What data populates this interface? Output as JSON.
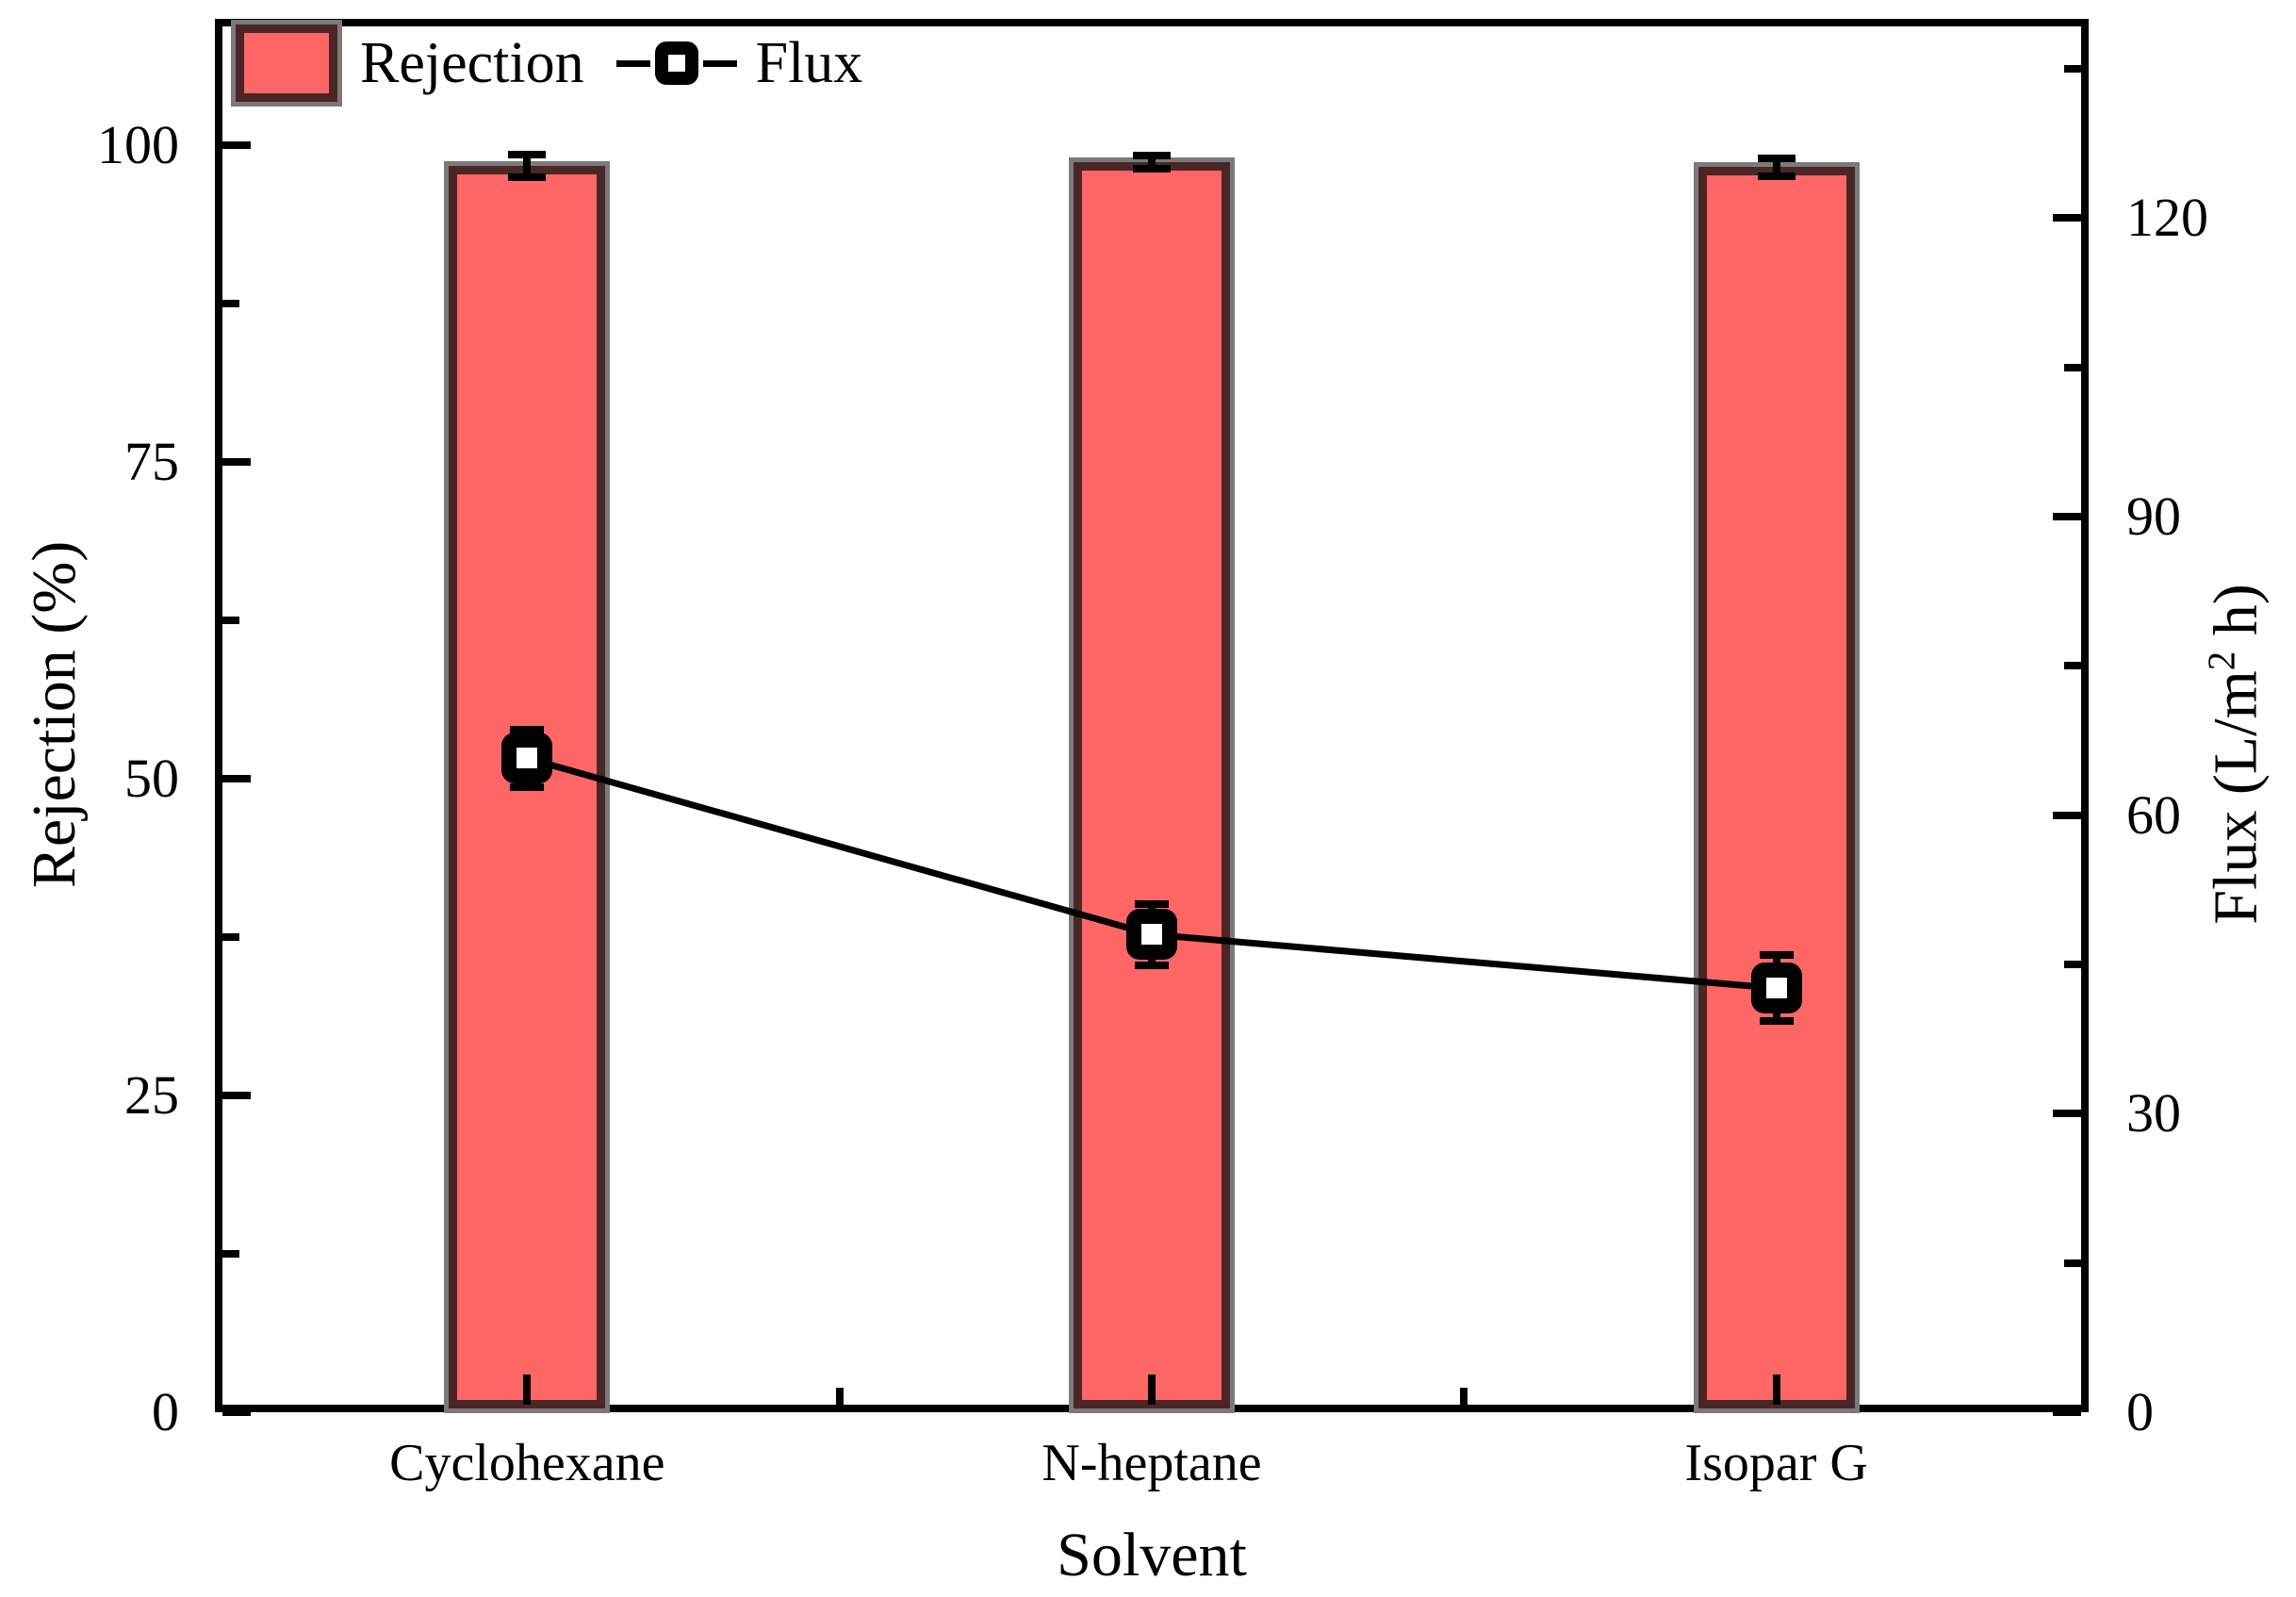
{
  "legend": {
    "rejection_label": "Rejection",
    "flux_label": "Flux"
  },
  "axes": {
    "left": {
      "title": "Rejection (%)"
    },
    "right": {
      "title_pre": "Flux (L/m",
      "title_sup": "2",
      "title_post": " h)"
    },
    "x": {
      "title": "Solvent"
    }
  },
  "colors": {
    "bar_fill": "#ff6666",
    "bar_border": "#4b2626",
    "bar_outline": "#7a7a7a",
    "flux_color": "#000000",
    "axis_color": "#000000"
  },
  "chart_data": {
    "type": "bar",
    "subtype": "bar-line-combo-dual-axis",
    "title": "",
    "xlabel": "Solvent",
    "categories": [
      "Cyclohexane",
      "N-heptane",
      "Isopar G"
    ],
    "series": [
      {
        "name": "Rejection",
        "render": "bar",
        "axis": "left",
        "values": [
          98.4,
          98.7,
          98.3
        ],
        "errors": [
          0.9,
          0.5,
          0.7
        ],
        "fill": "#ff6666"
      },
      {
        "name": "Flux",
        "render": "line-marker",
        "axis": "right",
        "values": [
          65.7,
          48.0,
          42.6
        ],
        "errors": [
          2.9,
          3.1,
          3.3
        ],
        "color": "#000000"
      }
    ],
    "ylabel_left": "Rejection (%)",
    "ylabel_right": "Flux (L/m2 h)",
    "ylim_left": [
      0,
      110
    ],
    "ylim_right": [
      0,
      140
    ],
    "left_major_ticks": [
      0,
      25,
      50,
      75,
      100
    ],
    "left_minor_ticks": [
      12.5,
      37.5,
      62.5,
      87.5
    ],
    "right_major_ticks": [
      0,
      30,
      60,
      90,
      120
    ],
    "right_minor_ticks": [
      15,
      45,
      75,
      105,
      135
    ],
    "x_minor_boundaries": [
      1.5,
      2.5
    ],
    "grid": false,
    "legend_position": "top-left-inside"
  }
}
